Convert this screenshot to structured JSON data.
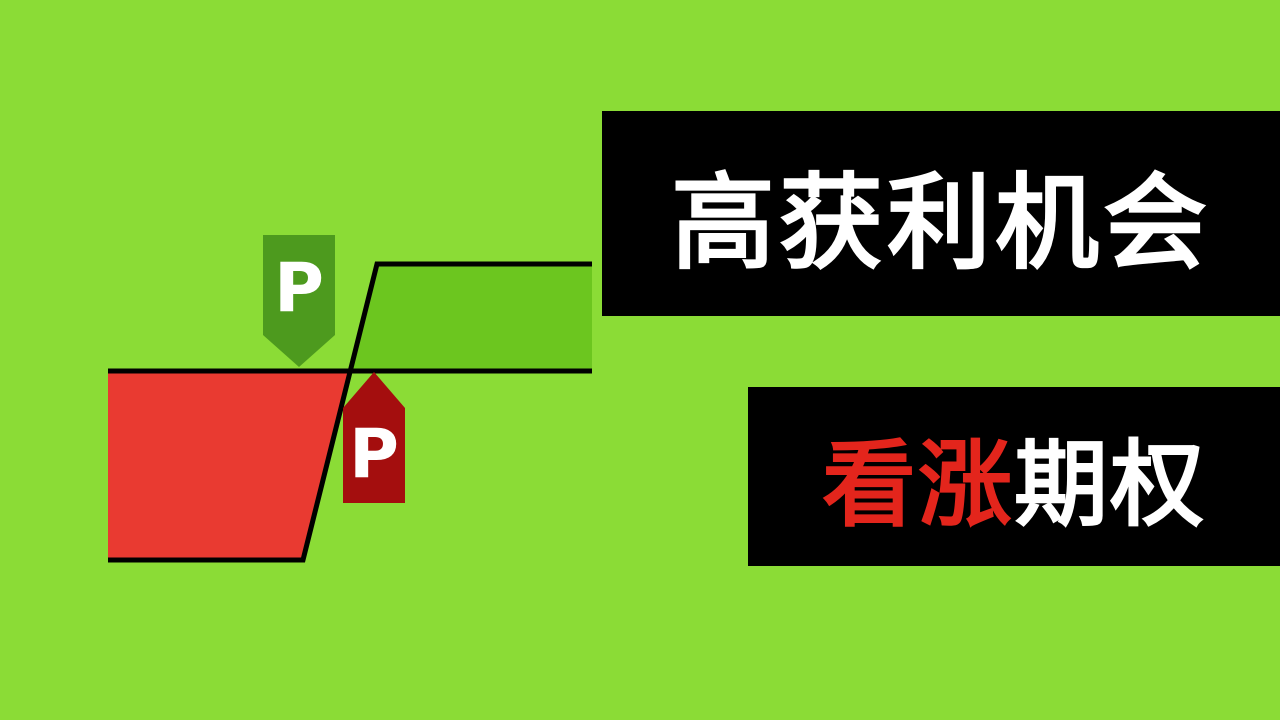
{
  "colors": {
    "background": "#8BDC36",
    "profit_fill": "#6CC61F",
    "loss_fill": "#E93A31",
    "marker_down": "#4D9A1E",
    "marker_up": "#A40E0E",
    "line": "#000000",
    "banner_bg": "#000000",
    "banner_text": "#FFFFFF",
    "subtitle_highlight": "#E3251C"
  },
  "diagram": {
    "type": "call-option-payoff-diagram",
    "marker_down_label": "P",
    "marker_up_label": "P"
  },
  "title_banner": {
    "text": "高获利机会"
  },
  "subtitle_banner": {
    "segments": [
      {
        "text": "看涨",
        "emphasis": "red"
      },
      {
        "text": "期权",
        "emphasis": "white"
      }
    ]
  }
}
